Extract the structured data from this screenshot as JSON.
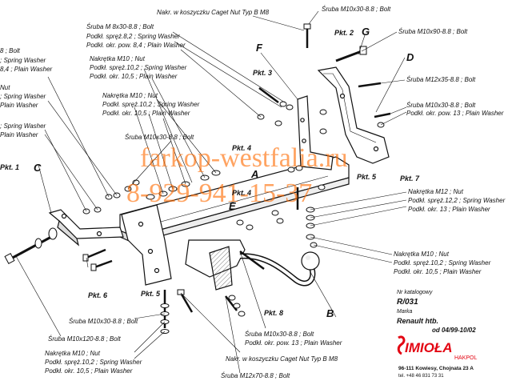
{
  "watermark": {
    "site": "farkop-westfalia.ru",
    "phone": "8-929-941-15-37"
  },
  "letters": [
    "A",
    "B",
    "C",
    "D",
    "E",
    "F",
    "G"
  ],
  "points": {
    "p1": "Pkt. 1",
    "p2": "Pkt. 2",
    "p3": "Pkt. 3",
    "p4": "Pkt. 4",
    "p4b": "Pkt. 4",
    "p5": "Pkt. 5",
    "p5b": "Pkt. 5",
    "p6": "Pkt. 6",
    "p7": "Pkt. 7",
    "p8": "Pkt. 8"
  },
  "labels": {
    "cage_nut_top": "Nakr. w koszyczku Caget Nut Typ B M8",
    "m10x30_top": "Śruba M10x30-8.8 ; Bolt",
    "m8x30_bolt": "Śruba M 8x30-8.8 ; Bolt",
    "m8_spring": "Podkł. spręż.8,2 ; Spring Washer",
    "m8_plain": "Podkł. okr. pow. 8,4 ; Plain Washer",
    "nut_m10_a": "Nakrętka M10 ; Nut",
    "spring_102_a": "Podkł. spręż.10,2 ; Spring Washer",
    "plain_105_a": "Podkł. okr. 10,5 ; Plain Washer",
    "nut_m10_b": "Nakrętka M10 ; Nut",
    "spring_102_b": "Podkł. spręż.10,2 ; Spring Washer",
    "plain_105_b": "Podkł. okr. 10,5 ; Plain Washer",
    "m10x30_mid": "Śruba M10x30-8.8 ; Bolt",
    "m10x90": "Śruba M10x90-8.8 ; Bolt",
    "m12x35": "Śruba M12x35-8.8 ; Bolt",
    "m10x30_r": "Śruba M10x30-8.8 ; Bolt",
    "plain_13_r": "Podkł. okr. pow. 13 ; Plain Washer",
    "nut_m12": "Nakrętka M12 ; Nut",
    "spring_122": "Podkł. spręż.12,2 ; Spring Washer",
    "plain_13b": "Podkł. okr. 13 ; Plain Washer",
    "nut_m10_r": "Nakrętka M10 ; Nut",
    "spring_102_r": "Podkł. spręż.10,2 ; Spring Washer",
    "plain_105_r": "Podkł. okr. 10,5 ; Plain Washer",
    "left_bolt_1": "8 ; Bolt",
    "left_spring_1": "; Spring Washer",
    "left_plain_1": "8,4 ; Plain Washer",
    "left_nut": "Nut",
    "left_spring_2": "; Spring Washer",
    "left_plain_2": "Plain Washer",
    "left_spring_3": "; Spring Washer",
    "left_plain_3": "Plain Washer",
    "m10x30_low": "Śruba M10x30-8.8 ; Bolt",
    "m10x120": "Śruba M10x120-8.8 ; Bolt",
    "m10x30_bot": "Śruba M10x30-8.8 ; Bolt",
    "plain_13_bot": "Podkł. okr. pow. 13 ; Plain Washer",
    "cage_nut_bot": "Nakr. w koszyczku Caget Nut Typ B M8",
    "m12x70": "Śruba M12x70-8.8 ; Bolt",
    "nut_m10_bl": "Nakrętka M10 ; Nut",
    "spring_102_bl": "Podkł. spręż.10,2 ; Spring Washer",
    "plain_105_bl": "Podkł. okr. 10,5 ; Plain Washer"
  },
  "info": {
    "catalog_label": "Nr katalogowy",
    "catalog_value": "R/031",
    "brand_label": "Marka",
    "model": "Renault htb.",
    "period": "od 04/99-10/02"
  },
  "logo": {
    "name": "IMIOŁA",
    "sub": "HAKPOL",
    "address": "96-111 Kowiesy, Chojnata 23 A",
    "phone": "tel. +48 46 831 73 31",
    "color": "#e30613"
  }
}
